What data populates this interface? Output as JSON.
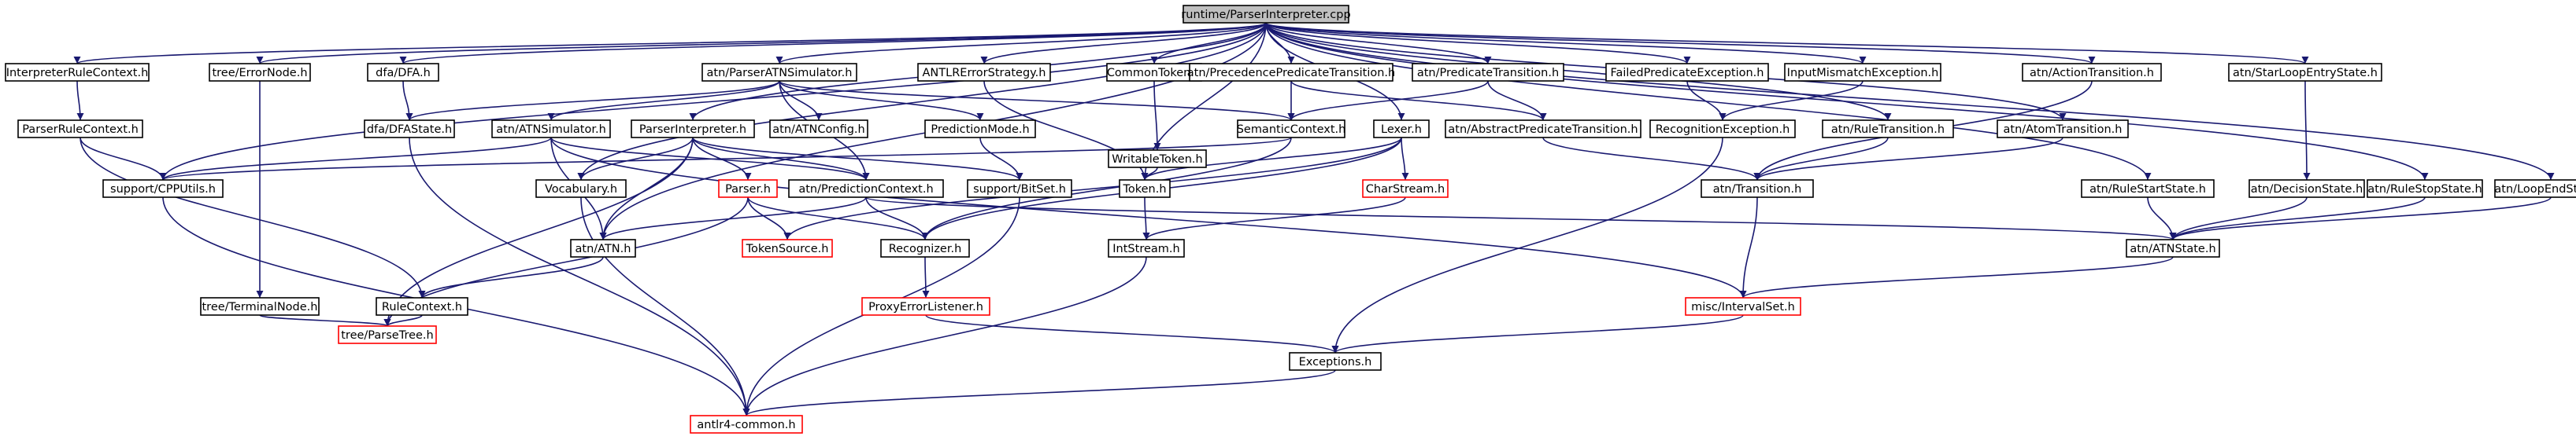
{
  "graph": {
    "root": "runtime/ParserInterpreter.cpp",
    "colors": {
      "edge": "#191970",
      "root_fill": "#bfbfbf",
      "node_border": "#000000",
      "missing_border": "#ff0000",
      "node_fill": "#ffffff"
    },
    "nodes": [
      {
        "id": "root",
        "label": "runtime/ParserInterpreter.cpp",
        "kind": "root"
      },
      {
        "id": "InterpreterRuleContext",
        "label": "InterpreterRuleContext.h",
        "kind": "normal"
      },
      {
        "id": "ErrorNode",
        "label": "tree/ErrorNode.h",
        "kind": "normal"
      },
      {
        "id": "DFA",
        "label": "dfa/DFA.h",
        "kind": "normal"
      },
      {
        "id": "ParserATNSimulator",
        "label": "atn/ParserATNSimulator.h",
        "kind": "normal"
      },
      {
        "id": "ANTLRErrorStrategy",
        "label": "ANTLRErrorStrategy.h",
        "kind": "normal"
      },
      {
        "id": "CommonToken",
        "label": "CommonToken.h",
        "kind": "normal"
      },
      {
        "id": "PrecedencePredicateTransition",
        "label": "atn/PrecedencePredicateTransition.h",
        "kind": "normal"
      },
      {
        "id": "PredicateTransition",
        "label": "atn/PredicateTransition.h",
        "kind": "normal"
      },
      {
        "id": "FailedPredicateException",
        "label": "FailedPredicateException.h",
        "kind": "normal"
      },
      {
        "id": "InputMismatchException",
        "label": "InputMismatchException.h",
        "kind": "normal"
      },
      {
        "id": "ActionTransition",
        "label": "atn/ActionTransition.h",
        "kind": "normal"
      },
      {
        "id": "StarLoopEntryState",
        "label": "atn/StarLoopEntryState.h",
        "kind": "normal"
      },
      {
        "id": "ParserRuleContext",
        "label": "ParserRuleContext.h",
        "kind": "normal"
      },
      {
        "id": "DFAState",
        "label": "dfa/DFAState.h",
        "kind": "normal"
      },
      {
        "id": "ATNSimulator",
        "label": "atn/ATNSimulator.h",
        "kind": "normal"
      },
      {
        "id": "ParserInterpreterH",
        "label": "ParserInterpreter.h",
        "kind": "normal"
      },
      {
        "id": "ATNConfig",
        "label": "atn/ATNConfig.h",
        "kind": "normal"
      },
      {
        "id": "PredictionMode",
        "label": "PredictionMode.h",
        "kind": "normal"
      },
      {
        "id": "WritableToken",
        "label": "WritableToken.h",
        "kind": "normal"
      },
      {
        "id": "SemanticContext",
        "label": "SemanticContext.h",
        "kind": "normal"
      },
      {
        "id": "Lexer",
        "label": "Lexer.h",
        "kind": "normal"
      },
      {
        "id": "AbstractPredicateTransition",
        "label": "atn/AbstractPredicateTransition.h",
        "kind": "normal"
      },
      {
        "id": "RecognitionException",
        "label": "RecognitionException.h",
        "kind": "normal"
      },
      {
        "id": "RuleTransition",
        "label": "atn/RuleTransition.h",
        "kind": "normal"
      },
      {
        "id": "AtomTransition",
        "label": "atn/AtomTransition.h",
        "kind": "normal"
      },
      {
        "id": "CPPUtils",
        "label": "support/CPPUtils.h",
        "kind": "normal"
      },
      {
        "id": "Vocabulary",
        "label": "Vocabulary.h",
        "kind": "normal"
      },
      {
        "id": "Parser",
        "label": "Parser.h",
        "kind": "missing"
      },
      {
        "id": "PredictionContext",
        "label": "atn/PredictionContext.h",
        "kind": "normal"
      },
      {
        "id": "BitSet",
        "label": "support/BitSet.h",
        "kind": "normal"
      },
      {
        "id": "Token",
        "label": "Token.h",
        "kind": "normal"
      },
      {
        "id": "CharStream",
        "label": "CharStream.h",
        "kind": "missing"
      },
      {
        "id": "Transition",
        "label": "atn/Transition.h",
        "kind": "normal"
      },
      {
        "id": "RuleStartState",
        "label": "atn/RuleStartState.h",
        "kind": "normal"
      },
      {
        "id": "DecisionState",
        "label": "atn/DecisionState.h",
        "kind": "normal"
      },
      {
        "id": "RuleStopState",
        "label": "atn/RuleStopState.h",
        "kind": "normal"
      },
      {
        "id": "LoopEndState",
        "label": "atn/LoopEndState.h",
        "kind": "normal"
      },
      {
        "id": "ATN",
        "label": "atn/ATN.h",
        "kind": "normal"
      },
      {
        "id": "TokenSource",
        "label": "TokenSource.h",
        "kind": "missing"
      },
      {
        "id": "Recognizer",
        "label": "Recognizer.h",
        "kind": "normal"
      },
      {
        "id": "IntStream",
        "label": "IntStream.h",
        "kind": "normal"
      },
      {
        "id": "ATNState",
        "label": "atn/ATNState.h",
        "kind": "normal"
      },
      {
        "id": "TerminalNode",
        "label": "tree/TerminalNode.h",
        "kind": "normal"
      },
      {
        "id": "RuleContext",
        "label": "RuleContext.h",
        "kind": "normal"
      },
      {
        "id": "ProxyErrorListener",
        "label": "ProxyErrorListener.h",
        "kind": "missing"
      },
      {
        "id": "IntervalSet",
        "label": "misc/IntervalSet.h",
        "kind": "missing"
      },
      {
        "id": "ParseTree",
        "label": "tree/ParseTree.h",
        "kind": "missing"
      },
      {
        "id": "Exceptions",
        "label": "Exceptions.h",
        "kind": "normal"
      },
      {
        "id": "antlr4common",
        "label": "antlr4-common.h",
        "kind": "missing"
      }
    ],
    "edges": [
      [
        "root",
        "InterpreterRuleContext"
      ],
      [
        "root",
        "ErrorNode"
      ],
      [
        "root",
        "DFA"
      ],
      [
        "root",
        "ParserATNSimulator"
      ],
      [
        "root",
        "ANTLRErrorStrategy"
      ],
      [
        "root",
        "CommonToken"
      ],
      [
        "root",
        "PrecedencePredicateTransition"
      ],
      [
        "root",
        "PredicateTransition"
      ],
      [
        "root",
        "FailedPredicateException"
      ],
      [
        "root",
        "InputMismatchException"
      ],
      [
        "root",
        "ActionTransition"
      ],
      [
        "root",
        "StarLoopEntryState"
      ],
      [
        "root",
        "CPPUtils"
      ],
      [
        "root",
        "Vocabulary"
      ],
      [
        "root",
        "ATN"
      ],
      [
        "root",
        "Token"
      ],
      [
        "root",
        "ParserInterpreterH"
      ],
      [
        "root",
        "Lexer"
      ],
      [
        "root",
        "RuleTransition"
      ],
      [
        "root",
        "AtomTransition"
      ],
      [
        "root",
        "RuleStartState"
      ],
      [
        "root",
        "RuleStopState"
      ],
      [
        "root",
        "LoopEndState"
      ],
      [
        "InterpreterRuleContext",
        "ParserRuleContext"
      ],
      [
        "ParserRuleContext",
        "CPPUtils"
      ],
      [
        "ParserRuleContext",
        "RuleContext"
      ],
      [
        "ErrorNode",
        "TerminalNode"
      ],
      [
        "TerminalNode",
        "ParseTree"
      ],
      [
        "DFA",
        "DFAState"
      ],
      [
        "DFAState",
        "antlr4common"
      ],
      [
        "ParserATNSimulator",
        "DFAState"
      ],
      [
        "ParserATNSimulator",
        "ATNSimulator"
      ],
      [
        "ParserATNSimulator",
        "ATNConfig"
      ],
      [
        "ParserATNSimulator",
        "PredictionMode"
      ],
      [
        "ParserATNSimulator",
        "SemanticContext"
      ],
      [
        "ParserATNSimulator",
        "PredictionContext"
      ],
      [
        "ATNSimulator",
        "CPPUtils"
      ],
      [
        "ATNSimulator",
        "ATN"
      ],
      [
        "ATNSimulator",
        "PredictionContext"
      ],
      [
        "ATNSimulator",
        "IntervalSet"
      ],
      [
        "ParserInterpreterH",
        "Vocabulary"
      ],
      [
        "ParserInterpreterH",
        "Parser"
      ],
      [
        "ParserInterpreterH",
        "ATN"
      ],
      [
        "ParserInterpreterH",
        "PredictionContext"
      ],
      [
        "ParserInterpreterH",
        "BitSet"
      ],
      [
        "ParserInterpreterH",
        "ParseTree"
      ],
      [
        "ANTLRErrorStrategy",
        "Token"
      ],
      [
        "CommonToken",
        "WritableToken"
      ],
      [
        "WritableToken",
        "Token"
      ],
      [
        "PredictionMode",
        "BitSet"
      ],
      [
        "PrecedencePredicateTransition",
        "SemanticContext"
      ],
      [
        "PrecedencePredicateTransition",
        "AbstractPredicateTransition"
      ],
      [
        "PredicateTransition",
        "SemanticContext"
      ],
      [
        "PredicateTransition",
        "AbstractPredicateTransition"
      ],
      [
        "SemanticContext",
        "Recognizer"
      ],
      [
        "SemanticContext",
        "CPPUtils"
      ],
      [
        "AbstractPredicateTransition",
        "Transition"
      ],
      [
        "FailedPredicateException",
        "RecognitionException"
      ],
      [
        "InputMismatchException",
        "RecognitionException"
      ],
      [
        "RecognitionException",
        "Exceptions"
      ],
      [
        "Lexer",
        "Token"
      ],
      [
        "Lexer",
        "Recognizer"
      ],
      [
        "Lexer",
        "TokenSource"
      ],
      [
        "Lexer",
        "CharStream"
      ],
      [
        "CharStream",
        "IntStream"
      ],
      [
        "Token",
        "IntStream"
      ],
      [
        "IntStream",
        "antlr4common"
      ],
      [
        "Parser",
        "Recognizer"
      ],
      [
        "Parser",
        "TokenSource"
      ],
      [
        "Parser",
        "ParseTree"
      ],
      [
        "Recognizer",
        "ProxyErrorListener"
      ],
      [
        "ProxyErrorListener",
        "Exceptions"
      ],
      [
        "Exceptions",
        "antlr4common"
      ],
      [
        "PredictionContext",
        "Recognizer"
      ],
      [
        "PredictionContext",
        "ATN"
      ],
      [
        "PredictionContext",
        "ATNState"
      ],
      [
        "BitSet",
        "antlr4common"
      ],
      [
        "Vocabulary",
        "antlr4common"
      ],
      [
        "CPPUtils",
        "antlr4common"
      ],
      [
        "ATN",
        "RuleContext"
      ],
      [
        "RuleContext",
        "ParseTree"
      ],
      [
        "ActionTransition",
        "Transition"
      ],
      [
        "RuleTransition",
        "Transition"
      ],
      [
        "AtomTransition",
        "Transition"
      ],
      [
        "Transition",
        "IntervalSet"
      ],
      [
        "StarLoopEntryState",
        "DecisionState"
      ],
      [
        "DecisionState",
        "ATNState"
      ],
      [
        "RuleStartState",
        "ATNState"
      ],
      [
        "RuleStopState",
        "ATNState"
      ],
      [
        "LoopEndState",
        "ATNState"
      ],
      [
        "ATNState",
        "IntervalSet"
      ],
      [
        "IntervalSet",
        "Exceptions"
      ]
    ]
  }
}
